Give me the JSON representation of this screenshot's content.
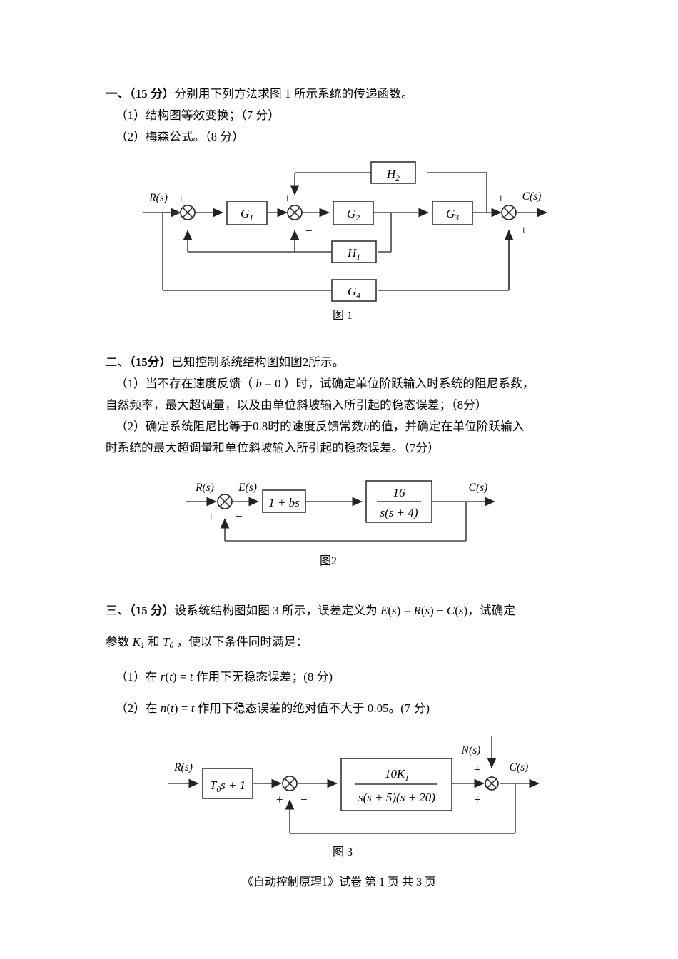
{
  "document": {
    "footer": "《自动控制原理1》试卷    第 1 页   共 3 页"
  },
  "questions": [
    {
      "id": "q1",
      "lines": [
        "一、（15 分）分别用下列方法求图 1 所示系统的传递函数。",
        "（1）结构图等效变换；（7 分）",
        "（2）梅森公式。（8 分）"
      ]
    },
    {
      "id": "q2",
      "lines": [
        "二、（15分）已知控制系统结构图如图2所示。",
        "（1）当不存在速度反馈（ b = 0 ）时，试确定单位阶跃输入时系统的阻尼系数，",
        "自然频率，最大超调量，以及由单位斜坡输入所引起的稳态误差；（8分）",
        "（2）确定系统阻尼比等于0.8时的速度反馈常数b的值，并确定在单位阶跃输入",
        "时系统的最大超调量和单位斜坡输入所引起的稳态误差。（7分）"
      ]
    },
    {
      "id": "q3",
      "lines": [
        "三、（15 分）设系统结构图如图 3 所示，误差定义为 E(s) = R(s) – C(s) ，试确定",
        "参数 K₁ 和 T₀ ，使以下条件同时满足：",
        "（1）在 r(t) = t 作用下无稳态误差；(8 分)",
        "（2）在 n(t) = t 作用下稳态误差的绝对值不大于 0.05。(7 分)"
      ]
    }
  ],
  "figures": [
    {
      "id": "fig1",
      "caption": "图 1",
      "input_label": "R(s)",
      "output_label": "C(s)",
      "blocks": [
        {
          "name": "G1",
          "base": "G",
          "sub": "1"
        },
        {
          "name": "G2",
          "base": "G",
          "sub": "2"
        },
        {
          "name": "G3",
          "base": "G",
          "sub": "3"
        },
        {
          "name": "G4",
          "base": "G",
          "sub": "4"
        },
        {
          "name": "H1",
          "base": "H",
          "sub": "1"
        },
        {
          "name": "H2",
          "base": "H",
          "sub": "2"
        }
      ],
      "summing_signs": {
        "sum1_in": "+",
        "sum1_fb": "−",
        "sum2_in": "+",
        "sum2_top": "−",
        "sum2_bot": "−",
        "sum3_top": "+",
        "sum3_bot": "+"
      }
    },
    {
      "id": "fig2",
      "caption": "图2",
      "input_label": "R(s)",
      "error_label": "E(s)",
      "output_label": "C(s)",
      "block1": "1 + bs",
      "block2_num": "16",
      "block2_den": "s(s + 4)",
      "summing_signs": {
        "in": "+",
        "fb": "−"
      }
    },
    {
      "id": "fig3",
      "caption": "图 3",
      "input_label": "R(s)",
      "output_label": "C(s)",
      "noise_label": "N(s)",
      "block1_base": "T",
      "block1_sub": "0",
      "block1_tail": "s + 1",
      "block2_num_base": "10K",
      "block2_num_sub": "1",
      "block2_den": "s(s + 5)(s + 20)",
      "summing_signs": {
        "sum1_in": "+",
        "sum1_fb": "−",
        "sum2_top": "+",
        "sum2_bot": "+"
      }
    }
  ]
}
